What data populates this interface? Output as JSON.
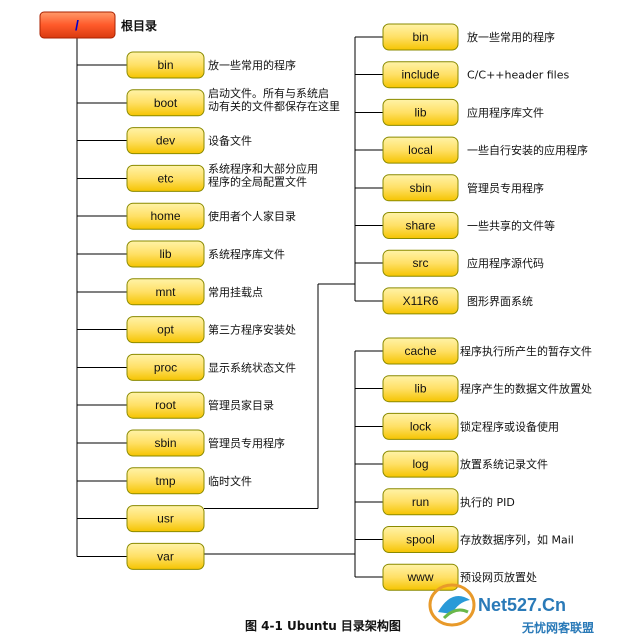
{
  "root": {
    "label": "/",
    "desc": "根目录"
  },
  "root_children": [
    {
      "label": "bin",
      "desc": [
        "放一些常用的程序"
      ]
    },
    {
      "label": "boot",
      "desc": [
        "启动文件。所有与系统启",
        "动有关的文件都保存在这里"
      ]
    },
    {
      "label": "dev",
      "desc": [
        "设备文件"
      ]
    },
    {
      "label": "etc",
      "desc": [
        "系统程序和大部分应用",
        "程序的全局配置文件"
      ]
    },
    {
      "label": "home",
      "desc": [
        "使用者个人家目录"
      ]
    },
    {
      "label": "lib",
      "desc": [
        "系统程序库文件"
      ]
    },
    {
      "label": "mnt",
      "desc": [
        "常用挂载点"
      ]
    },
    {
      "label": "opt",
      "desc": [
        "第三方程序安装处"
      ]
    },
    {
      "label": "proc",
      "desc": [
        "显示系统状态文件"
      ]
    },
    {
      "label": "root",
      "desc": [
        "管理员家目录"
      ]
    },
    {
      "label": "sbin",
      "desc": [
        "管理员专用程序"
      ]
    },
    {
      "label": "tmp",
      "desc": [
        "临时文件"
      ]
    },
    {
      "label": "usr",
      "desc": []
    },
    {
      "label": "var",
      "desc": []
    }
  ],
  "usr_children": [
    {
      "label": "bin",
      "desc": "放一些常用的程序"
    },
    {
      "label": "include",
      "desc": "C/C++header files"
    },
    {
      "label": "lib",
      "desc": "应用程序库文件"
    },
    {
      "label": "local",
      "desc": "一些自行安装的应用程序"
    },
    {
      "label": "sbin",
      "desc": "管理员专用程序"
    },
    {
      "label": "share",
      "desc": "一些共享的文件等"
    },
    {
      "label": "src",
      "desc": "应用程序源代码"
    },
    {
      "label": "X11R6",
      "desc": "图形界面系统"
    }
  ],
  "var_children": [
    {
      "label": "cache",
      "desc": "程序执行所产生的暂存文件"
    },
    {
      "label": "lib",
      "desc": "程序产生的数据文件放置处"
    },
    {
      "label": "lock",
      "desc": "锁定程序或设备使用"
    },
    {
      "label": "log",
      "desc": "放置系统记录文件"
    },
    {
      "label": "run",
      "desc": "执行的 PID"
    },
    {
      "label": "spool",
      "desc": "存放数据序列，如 Mail"
    },
    {
      "label": "www",
      "desc": "预设网页放置处"
    }
  ],
  "caption": "图 4-1 Ubuntu 目录架构图",
  "logo": {
    "text": "Net527.Cn",
    "sub": "无忧网客联盟"
  },
  "colors": {
    "node_fill": "#ffe27a",
    "node_border": "#8a8a00",
    "root_fill": "#ff5a2a"
  }
}
